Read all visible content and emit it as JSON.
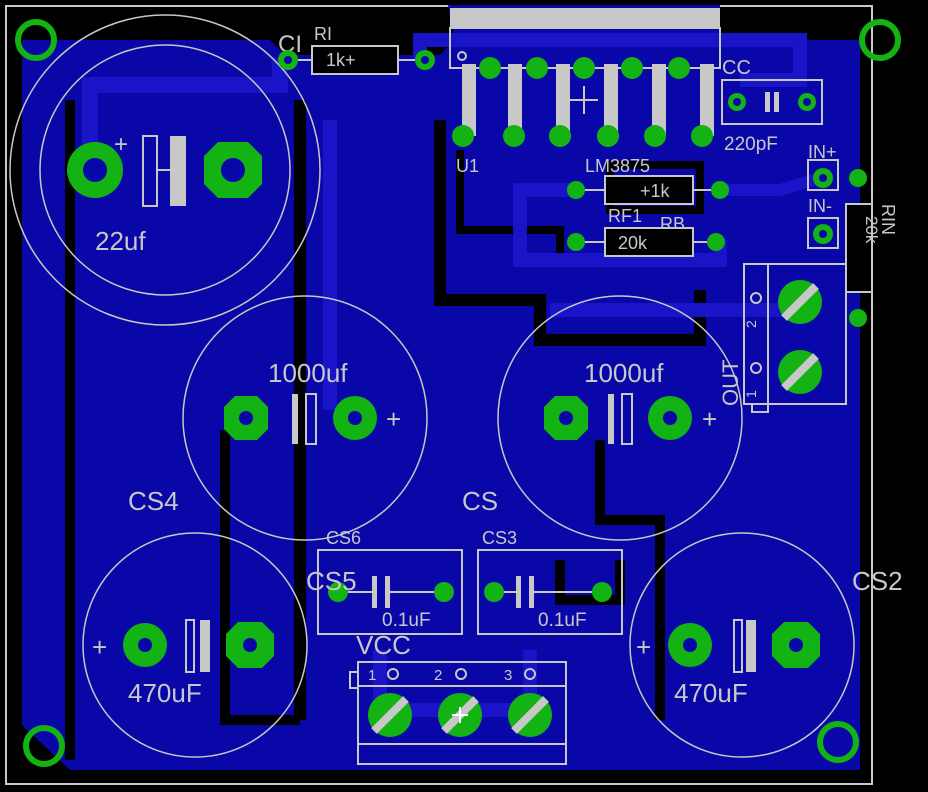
{
  "board": {
    "background": "#000000",
    "copper": "#0a07a8",
    "pad": "#12b312",
    "silk": "#c8c8c8"
  },
  "labels": {
    "ci": "CI",
    "ri": "RI",
    "ri_value": "1k+",
    "c22": "22uf",
    "u1": "U1",
    "lm": "LM3875",
    "cc": "CC",
    "cc_value": "220pF",
    "in_plus": "IN+",
    "in_minus": "IN-",
    "rin": "RIN",
    "rin_value": "20k",
    "rf1": "RF1",
    "rb": "RB",
    "rb_value": "+1k",
    "rf1_value": "20k",
    "cs_left_value": "1000uf",
    "cs_right_value": "1000uf",
    "cs4": "CS4",
    "cs": "CS",
    "cs6": "CS6",
    "cs3": "CS3",
    "cs5": "CS5",
    "cs6_value": "0.1uF",
    "cs3_value": "0.1uF",
    "cs2": "CS2",
    "vcc": "VCC",
    "cs4_value": "470uF",
    "cs2_value": "470uF",
    "out": "OUT",
    "out_pin2": "2",
    "out_pin1": "1",
    "vcc_pin1": "1",
    "vcc_pin2": "2",
    "vcc_pin3": "3",
    "plus": "+"
  }
}
